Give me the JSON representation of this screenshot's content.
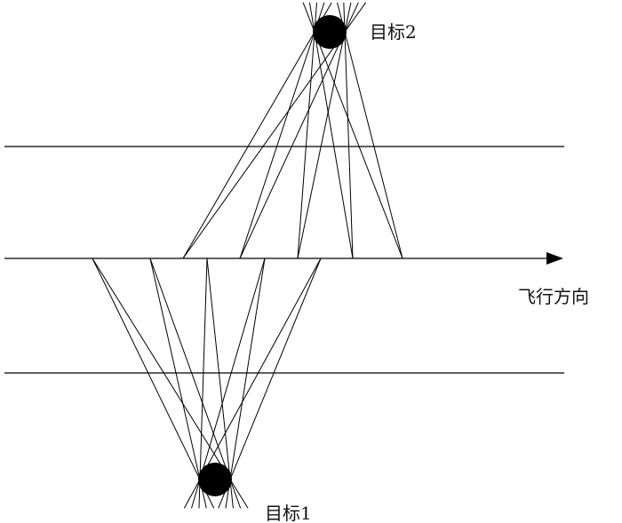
{
  "labels": {
    "target1": "目标1",
    "target2": "目标2",
    "flight_direction": "飞行方向"
  },
  "colors": {
    "stroke": "#000000",
    "background": "#ffffff"
  }
}
